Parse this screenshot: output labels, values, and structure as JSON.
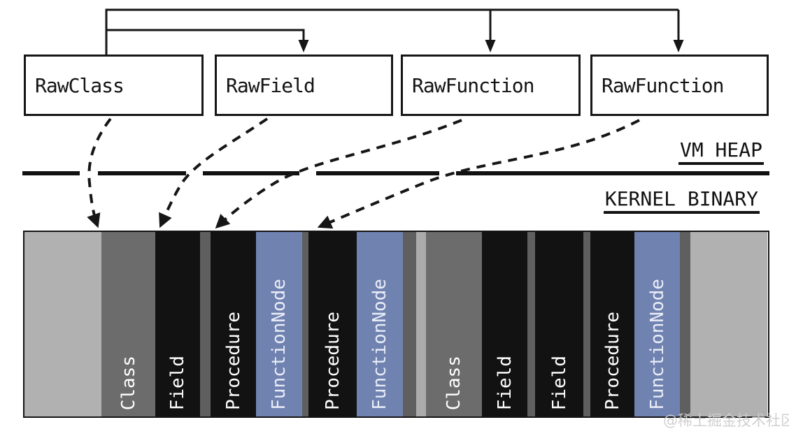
{
  "heap_boxes": [
    {
      "label": "RawClass"
    },
    {
      "label": "RawField"
    },
    {
      "label": "RawFunction"
    },
    {
      "label": "RawFunction"
    }
  ],
  "region_labels": {
    "heap": "VM HEAP",
    "binary": "KERNEL BINARY"
  },
  "memory_bar": {
    "segments": [
      {
        "label": "",
        "kind": "free",
        "width": 110
      },
      {
        "label": "Class",
        "kind": "class",
        "width": 77
      },
      {
        "label": "Field",
        "kind": "object",
        "width": 64
      },
      {
        "label": "",
        "kind": "gap",
        "width": 15
      },
      {
        "label": "Procedure",
        "kind": "object",
        "width": 65
      },
      {
        "label": "FunctionNode",
        "kind": "fn",
        "width": 66
      },
      {
        "label": "",
        "kind": "gap",
        "width": 9
      },
      {
        "label": "Procedure",
        "kind": "object",
        "width": 69
      },
      {
        "label": "FunctionNode",
        "kind": "fn",
        "width": 66
      },
      {
        "label": "",
        "kind": "gap",
        "width": 19
      },
      {
        "label": "",
        "kind": "freestrip",
        "width": 14
      },
      {
        "label": "Class",
        "kind": "class",
        "width": 80
      },
      {
        "label": "Field",
        "kind": "object",
        "width": 65
      },
      {
        "label": "",
        "kind": "gap",
        "width": 11
      },
      {
        "label": "Field",
        "kind": "object",
        "width": 69
      },
      {
        "label": "",
        "kind": "gap",
        "width": 10
      },
      {
        "label": "Procedure",
        "kind": "object",
        "width": 63
      },
      {
        "label": "FunctionNode",
        "kind": "fn",
        "width": 65
      },
      {
        "label": "",
        "kind": "gap",
        "width": 15
      },
      {
        "label": "",
        "kind": "free",
        "width": 110
      }
    ]
  },
  "watermark": "@稀土掘金技术社区",
  "colors": {
    "free": "#b1b1b1",
    "freestrip": "#ababab",
    "class": "#6c6c6c",
    "object": "#121212",
    "gap": "#5f5f5f",
    "fn": "#7082b0",
    "line": "#161616",
    "label_text": "#ffffff",
    "fn_text": "#e9edf8"
  }
}
